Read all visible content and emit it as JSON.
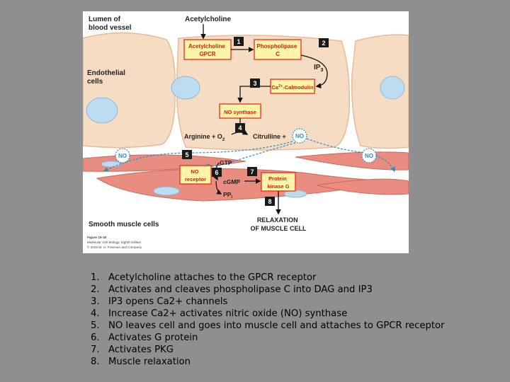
{
  "figure": {
    "lumen_label": [
      "Lumen of",
      "blood vessel"
    ],
    "acetylcholine": "Acetylcholine",
    "endothelial_label": [
      "Endothelial",
      "cells"
    ],
    "gpcr_box": [
      "Acetylcholine",
      "GPCR"
    ],
    "plc_box": [
      "Phospholipase",
      "C"
    ],
    "ip3": "IP",
    "ip3_sub": "3",
    "calmodulin_main": "Ca",
    "calmodulin_sup": "2+",
    "calmodulin_rest": "-Calmodulin",
    "nos_box": "NO synthase",
    "arginine": "Arginine + O",
    "arginine_sub": "2",
    "citrulline": "Citrulline +",
    "no": "NO",
    "no_receptor_box": [
      "NO",
      "receptor"
    ],
    "gtp": "GTP",
    "cgmp": "cGMP",
    "ppi": "PP",
    "ppi_sub": "i",
    "pkg_box": [
      "Protein",
      "kinase G"
    ],
    "relaxation": [
      "RELAXATION",
      "OF MUSCLE CELL"
    ],
    "smooth_muscle_label": "Smooth muscle cells",
    "step_numbers": [
      "1",
      "2",
      "3",
      "4",
      "5",
      "6",
      "7",
      "8"
    ],
    "caption": [
      "Figure 15-18",
      "Molecular Cell Biology, Eighth Edition",
      "© 2016 W. H. Freeman and Company"
    ]
  },
  "steps": [
    {
      "num": "1.",
      "text": "Acetylcholine attaches to the GPCR receptor"
    },
    {
      "num": "2.",
      "text": "Activates and cleaves phospholipase C into DAG and IP3"
    },
    {
      "num": "3.",
      "text": "IP3 opens Ca2+ channels"
    },
    {
      "num": "4.",
      "text": "Increase Ca2+ activates nitric oxide (NO) synthase"
    },
    {
      "num": "5.",
      "text": "NO leaves cell and goes into muscle cell and attaches to GPCR receptor"
    },
    {
      "num": "6.",
      "text": "Activates G protein"
    },
    {
      "num": "7.",
      "text": "Activates PKG"
    },
    {
      "num": "8.",
      "text": "Muscle relaxation"
    }
  ],
  "colors": {
    "page_bg": "#8f8f8f",
    "endothelium": "#f7dcc4",
    "nucleus": "#bcdcf2",
    "muscle": "#e88d80",
    "box_fill": "#fff3a8",
    "box_border": "#e03020",
    "badge": "#1a1a1a",
    "no_blue": "#2a8ec0"
  }
}
